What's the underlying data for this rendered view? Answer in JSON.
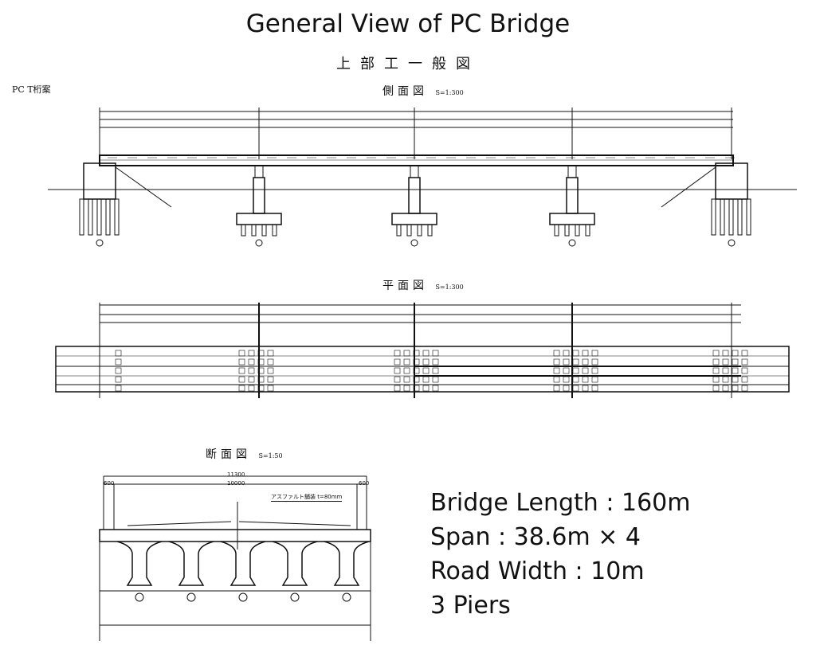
{
  "title": "General View of PC Bridge",
  "subtitle": "上部工一般図",
  "variant_label": "PC T桁案",
  "views": {
    "elevation": {
      "name": "側面図",
      "scale": "S=1:300"
    },
    "plan": {
      "name": "平面図",
      "scale": "S=1:300"
    },
    "section": {
      "name": "断面図",
      "scale": "S=1:50"
    }
  },
  "section_dims": {
    "total_width": "11300",
    "road_width": "10000",
    "left_edge": "600",
    "right_edge": "600",
    "pavement": "アスファルト舗装 t=80mm"
  },
  "facts": [
    "Bridge Length : 160m",
    "Span :  38.6m × 4",
    "Road Width :  10m",
    "3 Piers"
  ]
}
